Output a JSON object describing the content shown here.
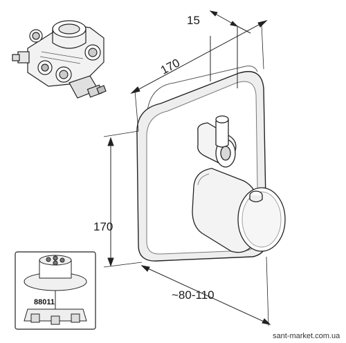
{
  "dimensions": {
    "depth_top": "15",
    "width": "170",
    "height": "170",
    "projection": "~80-110"
  },
  "inset": {
    "part_code": "88011"
  },
  "watermark": "sant-market.com.ua"
}
